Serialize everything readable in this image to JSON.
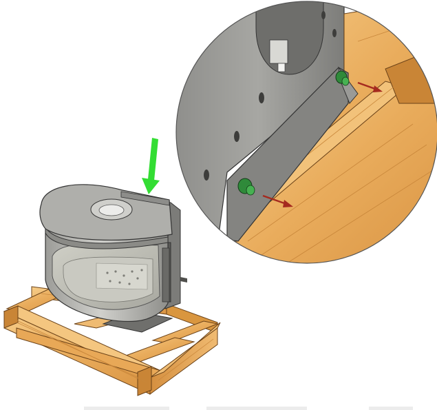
{
  "image": {
    "subject": "wood-stove-on-pallet-removal-diagram",
    "colors": {
      "background": "#ffffff",
      "wood_light": "#f2c27a",
      "wood_mid": "#e3a24e",
      "wood_dark": "#b9772f",
      "stove_body": "#b8b8b4",
      "stove_top": "#a9a9a5",
      "stove_dark": "#6e6e6b",
      "bracket": "#8a8a88",
      "bolt": "#2f8a3a",
      "arrow_down": "#33dd33",
      "arrow_direction": "#a52a1f",
      "outline": "#3a3a3a"
    }
  },
  "callouts": [
    {
      "id": "down-arrow",
      "meaning": "lower-stove-onto-pallet",
      "color_key": "arrow_down"
    },
    {
      "id": "red-arrows",
      "meaning": "remove-bolts-direction",
      "color_key": "arrow_direction"
    }
  ]
}
